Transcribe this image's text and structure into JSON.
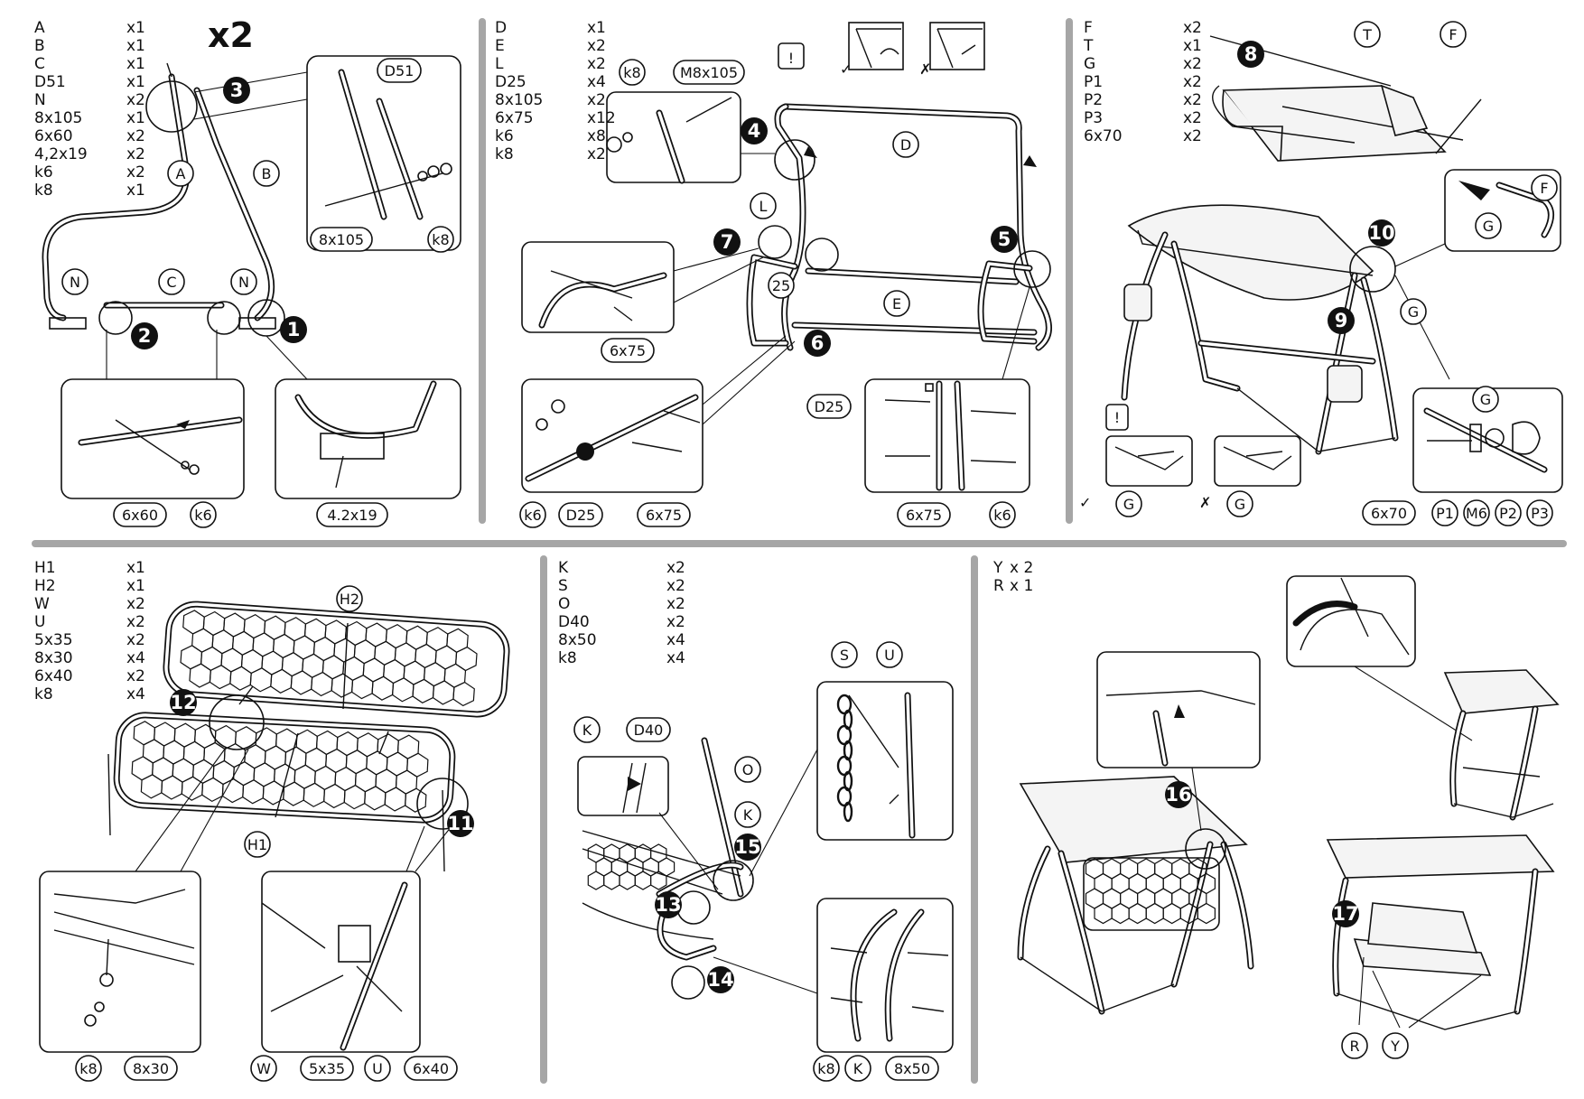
{
  "panels": [
    {
      "id": "p1",
      "multiplier": "x2",
      "parts": [
        [
          "A",
          "x1"
        ],
        [
          "B",
          "x1"
        ],
        [
          "C",
          "x1"
        ],
        [
          "D51",
          "x1"
        ],
        [
          "N",
          "x2"
        ],
        [
          "8x105",
          "x1"
        ],
        [
          "6x60",
          "x2"
        ],
        [
          "4,2x19",
          "x2"
        ],
        [
          "k6",
          "x2"
        ],
        [
          "k8",
          "x1"
        ]
      ]
    },
    {
      "id": "p2",
      "parts": [
        [
          "D",
          "x1"
        ],
        [
          "E",
          "x2"
        ],
        [
          "L",
          "x2"
        ],
        [
          "D25",
          "x4"
        ],
        [
          "8x105",
          "x2"
        ],
        [
          "6x75",
          "x12"
        ],
        [
          "k6",
          "x8"
        ],
        [
          "k8",
          "x2"
        ]
      ]
    },
    {
      "id": "p3",
      "parts": [
        [
          "F",
          "x2"
        ],
        [
          "T",
          "x1"
        ],
        [
          "G",
          "x2"
        ],
        [
          "P1",
          "x2"
        ],
        [
          "P2",
          "x2"
        ],
        [
          "P3",
          "x2"
        ],
        [
          "6x70",
          "x2"
        ]
      ]
    },
    {
      "id": "p4",
      "parts": [
        [
          "H1",
          "x1"
        ],
        [
          "H2",
          "x1"
        ],
        [
          "W",
          "x2"
        ],
        [
          "U",
          "x2"
        ],
        [
          "5x35",
          "x2"
        ],
        [
          "8x30",
          "x4"
        ],
        [
          "6x40",
          "x2"
        ],
        [
          "k8",
          "x4"
        ]
      ]
    },
    {
      "id": "p5",
      "parts": [
        [
          "K",
          "x2"
        ],
        [
          "S",
          "x2"
        ],
        [
          "O",
          "x2"
        ],
        [
          "D40",
          "x2"
        ],
        [
          "8x50",
          "x4"
        ],
        [
          "k8",
          "x4"
        ]
      ]
    },
    {
      "id": "p6",
      "parts": [
        [
          "Y",
          "x 2"
        ],
        [
          "R",
          "x 1"
        ]
      ]
    }
  ],
  "callouts": {
    "A": "A",
    "B": "B",
    "C": "C",
    "N": "N",
    "D51": "D51",
    "k8": "k8",
    "k6": "k6",
    "h8x105": "8x105",
    "h6x60": "6x60",
    "h42x19": "4.2x19",
    "D": "D",
    "E": "E",
    "L": "L",
    "n25": "25",
    "M8x105": "M8x105",
    "D25": "D25",
    "h6x75": "6x75",
    "F": "F",
    "T": "T",
    "G": "G",
    "P1": "P1",
    "P2": "P2",
    "P3": "P3",
    "M6": "M6",
    "h6x70": "6x70",
    "H1": "H1",
    "H2": "H2",
    "W": "W",
    "U": "U",
    "h5x35": "5x35",
    "h8x30": "8x30",
    "h6x40": "6x40",
    "K": "K",
    "S": "S",
    "O": "O",
    "D40": "D40",
    "h8x50": "8x50",
    "R": "R",
    "Y": "Y"
  },
  "steps": [
    "1",
    "2",
    "3",
    "4",
    "5",
    "6",
    "7",
    "8",
    "9",
    "10",
    "11",
    "12",
    "13",
    "14",
    "15",
    "16",
    "17"
  ],
  "warning_symbol": "!",
  "check_symbol": "✓",
  "cross_symbol": "✗",
  "colors": {
    "ink": "#111111",
    "divider": "#a6a6a6",
    "paper": "#ffffff"
  }
}
